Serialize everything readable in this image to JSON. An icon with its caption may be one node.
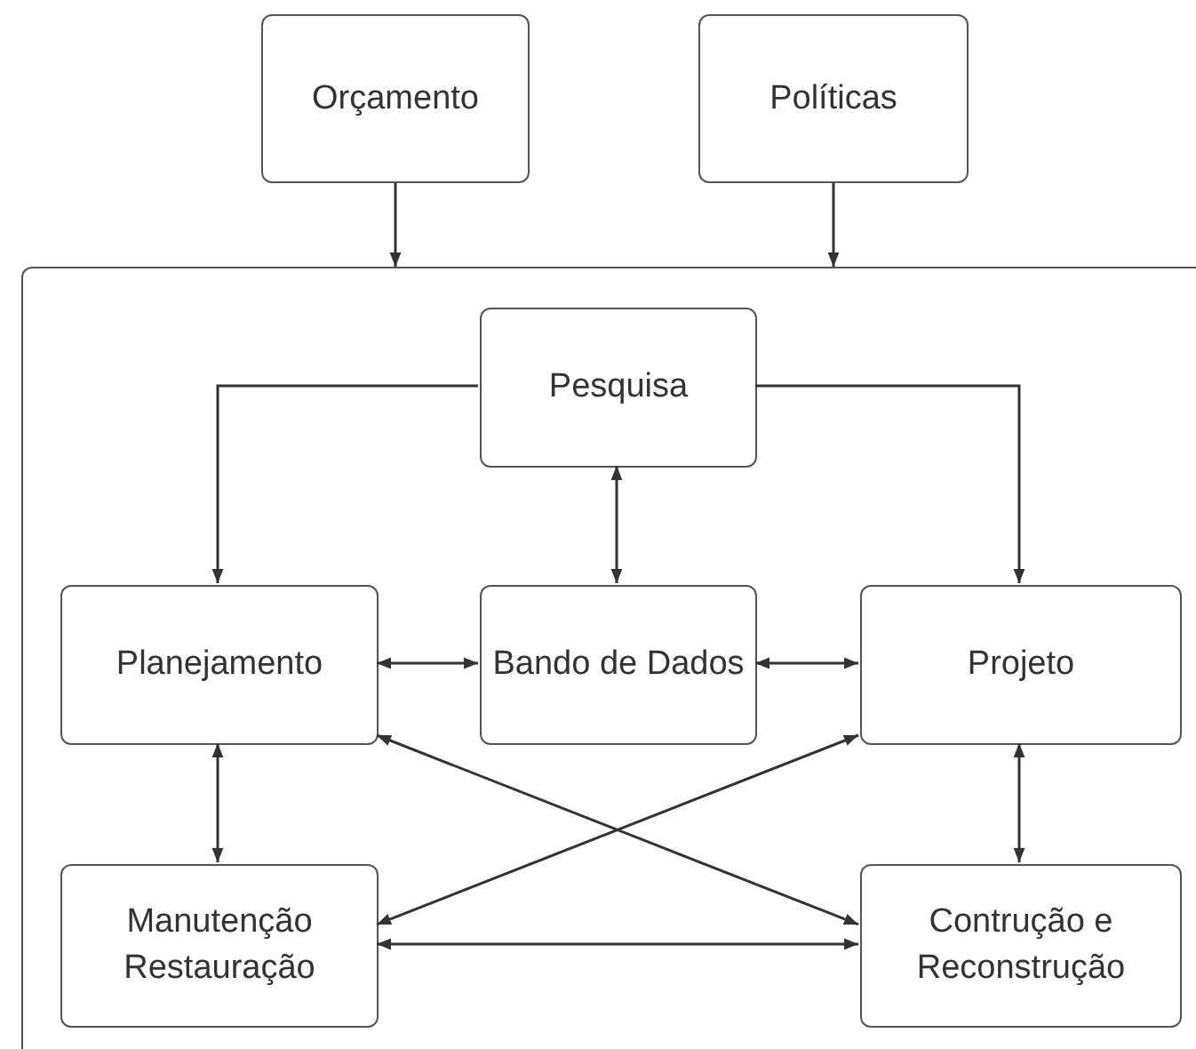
{
  "diagram": {
    "nodes": [
      {
        "text": [
          "Orçamento"
        ]
      },
      {
        "text": [
          "Políticas"
        ]
      },
      {
        "text": [],
        "shape": "box"
      },
      {
        "text": [
          "Pesquisa"
        ],
        "in": 2
      },
      {
        "text": [
          "Planejamento"
        ],
        "in": 2
      },
      {
        "text": [
          "Bando de Dados"
        ],
        "in": 2
      },
      {
        "text": [
          "Projeto"
        ],
        "in": 2
      },
      {
        "text": [
          "Manutenção Restauração"
        ],
        "in": 2
      },
      {
        "text": [
          "Contrução e Reconstrução"
        ],
        "in": 2
      }
    ],
    "edges": [
      {
        "from": 0,
        "to": 2,
        "arrow": "to"
      },
      {
        "from": 1,
        "to": 2,
        "arrow": "to"
      },
      {
        "from": 3,
        "to": 4,
        "arrow": "to"
      },
      {
        "from": 3,
        "to": 6,
        "arrow": "to"
      },
      {
        "from": 3,
        "to": 5,
        "arrow": "both"
      },
      {
        "from": 4,
        "to": 5,
        "arrow": "both"
      },
      {
        "from": 5,
        "to": 6,
        "arrow": "both"
      },
      {
        "from": 4,
        "to": 7,
        "arrow": "both"
      },
      {
        "from": 6,
        "to": 8,
        "arrow": "both"
      },
      {
        "from": 7,
        "to": 8,
        "arrow": "both"
      },
      {
        "from": 4,
        "to": 8,
        "arrow": "both"
      },
      {
        "from": 6,
        "to": 7,
        "arrow": "both"
      }
    ]
  }
}
